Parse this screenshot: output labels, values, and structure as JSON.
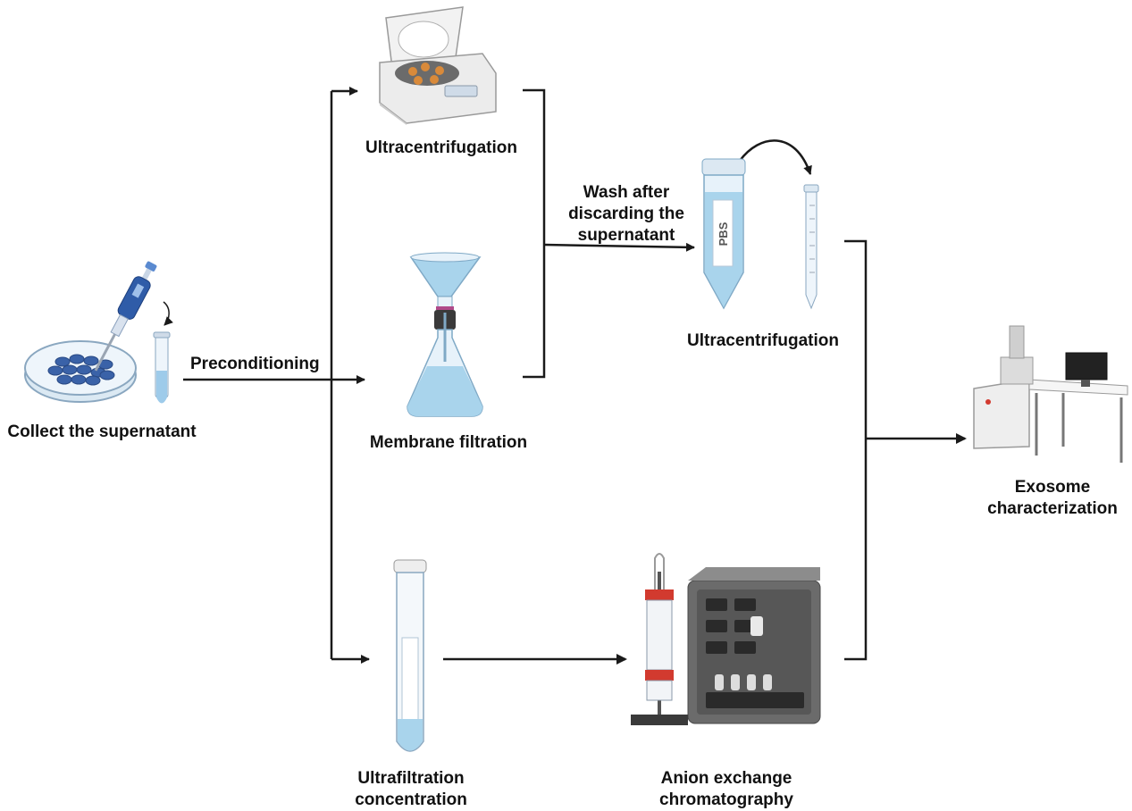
{
  "nodes": {
    "collect": {
      "label": "Collect the supernatant",
      "icon": "petri-dish-pipette-icon"
    },
    "ultracentrifugation_1": {
      "label": "Ultracentrifugation",
      "icon": "centrifuge-icon"
    },
    "membrane_filtration": {
      "label": "Membrane filtration",
      "icon": "filter-flask-icon"
    },
    "ultracentrifugation_2": {
      "label": "Ultracentrifugation",
      "icon": "tubes-icon",
      "tube_text": "PBS"
    },
    "ultrafiltration": {
      "lines": [
        "Ultrafiltration",
        "concentration"
      ],
      "icon": "ultrafiltration-tube-icon"
    },
    "anion_exchange": {
      "lines": [
        "Anion exchange",
        "chromatography"
      ],
      "icon": "chromatography-system-icon"
    },
    "characterization": {
      "lines": [
        "Exosome",
        "characterization"
      ],
      "icon": "electron-microscope-icon"
    }
  },
  "edges": {
    "preconditioning": "Preconditioning",
    "wash": [
      "Wash after",
      "discarding the",
      "supernatant"
    ]
  },
  "colors": {
    "line": "#1a1a1a",
    "liquid": "#a9d4ec",
    "glass": "#e7f2fa",
    "dish_cells": "#3a62a8",
    "pipette": "#2f5ca8",
    "machine": "#6b6b6b",
    "accent_red": "#d23a2f"
  }
}
